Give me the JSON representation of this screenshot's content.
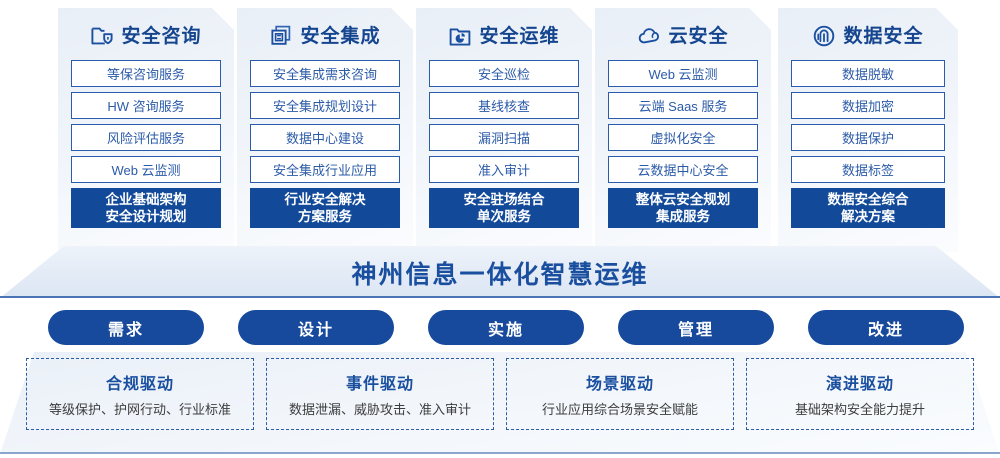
{
  "pillars": [
    {
      "icon": "folder-shield-icon",
      "title": "安全咨询",
      "items": [
        "等保咨询服务",
        "HW 咨询服务",
        "风险评估服务",
        "Web 云监测"
      ],
      "highlight": [
        "企业基础架构",
        "安全设计规划"
      ]
    },
    {
      "icon": "stacked-documents-icon",
      "title": "安全集成",
      "items": [
        "安全集成需求咨询",
        "安全集成规划设计",
        "数据中心建设",
        "安全集成行业应用"
      ],
      "highlight": [
        "行业安全解决",
        "方案服务"
      ]
    },
    {
      "icon": "folder-chart-icon",
      "title": "安全运维",
      "items": [
        "安全巡检",
        "基线核查",
        "漏洞扫描",
        "准入审计"
      ],
      "highlight": [
        "安全驻场结合",
        "单次服务"
      ]
    },
    {
      "icon": "cloud-icon",
      "title": "云安全",
      "items": [
        "Web 云监测",
        "云端 Saas 服务",
        "虚拟化安全",
        "云数据中心安全"
      ],
      "highlight": [
        "整体云安全规划",
        "集成服务"
      ]
    },
    {
      "icon": "fingerprint-icon",
      "title": "数据安全",
      "items": [
        "数据脱敏",
        "数据加密",
        "数据保护",
        "数据标签"
      ],
      "highlight": [
        "数据安全综合",
        "解决方案"
      ]
    }
  ],
  "banner": {
    "text": "神州信息一体化智慧运维"
  },
  "phases": [
    {
      "label": "需求"
    },
    {
      "label": "设计"
    },
    {
      "label": "实施"
    },
    {
      "label": "管理"
    },
    {
      "label": "改进"
    }
  ],
  "drivers": [
    {
      "title": "合规驱动",
      "desc": "等级保护、护网行动、行业标准"
    },
    {
      "title": "事件驱动",
      "desc": "数据泄漏、威胁攻击、准入审计"
    },
    {
      "title": "场景驱动",
      "desc": "行业应用综合场景安全赋能"
    },
    {
      "title": "演进驱动",
      "desc": "基础架构安全能力提升"
    }
  ],
  "colors": {
    "brand_blue": "#15458f",
    "solid_blue": "#124a99",
    "pill_blue": "#174a9c",
    "item_border": "#2a5cae",
    "item_text": "#2b5ba8",
    "driver_desc": "#3d3d3d"
  }
}
